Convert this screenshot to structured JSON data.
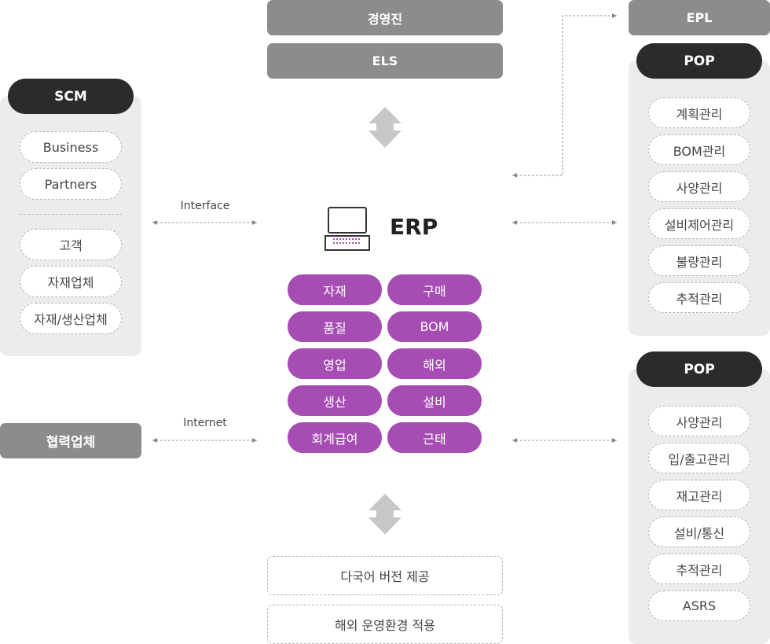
{
  "top": {
    "executive": "경영진",
    "els": "ELS"
  },
  "scm": {
    "title": "SCM",
    "items_top": [
      "Business",
      "Partners"
    ],
    "items_bottom": [
      "고객",
      "자재업체",
      "자재/생산업체"
    ]
  },
  "partner": "협력업체",
  "links": {
    "interface": "Interface",
    "internet": "Internet"
  },
  "erp": {
    "title": "ERP",
    "modules": [
      "자재",
      "구매",
      "품질",
      "BOM",
      "영업",
      "해외",
      "생산",
      "설비",
      "회계급여",
      "근태"
    ]
  },
  "bottom": {
    "multilang": "다국어 버전 제공",
    "overseas": "해외 운영환경 적용"
  },
  "epl": "EPL",
  "pop1": {
    "title": "POP",
    "items": [
      "계획관리",
      "BOM관리",
      "사양관리",
      "설비제어관리",
      "불량관리",
      "추적관리"
    ]
  },
  "pop2": {
    "title": "POP",
    "items": [
      "사양관리",
      "입/출고관리",
      "재고관리",
      "설비/통신",
      "추적관리",
      "ASRS"
    ]
  },
  "colors": {
    "accent": "#a64db3",
    "dark": "#2b2b2b",
    "gray": "#8c8c8c",
    "panel": "#ececec"
  }
}
